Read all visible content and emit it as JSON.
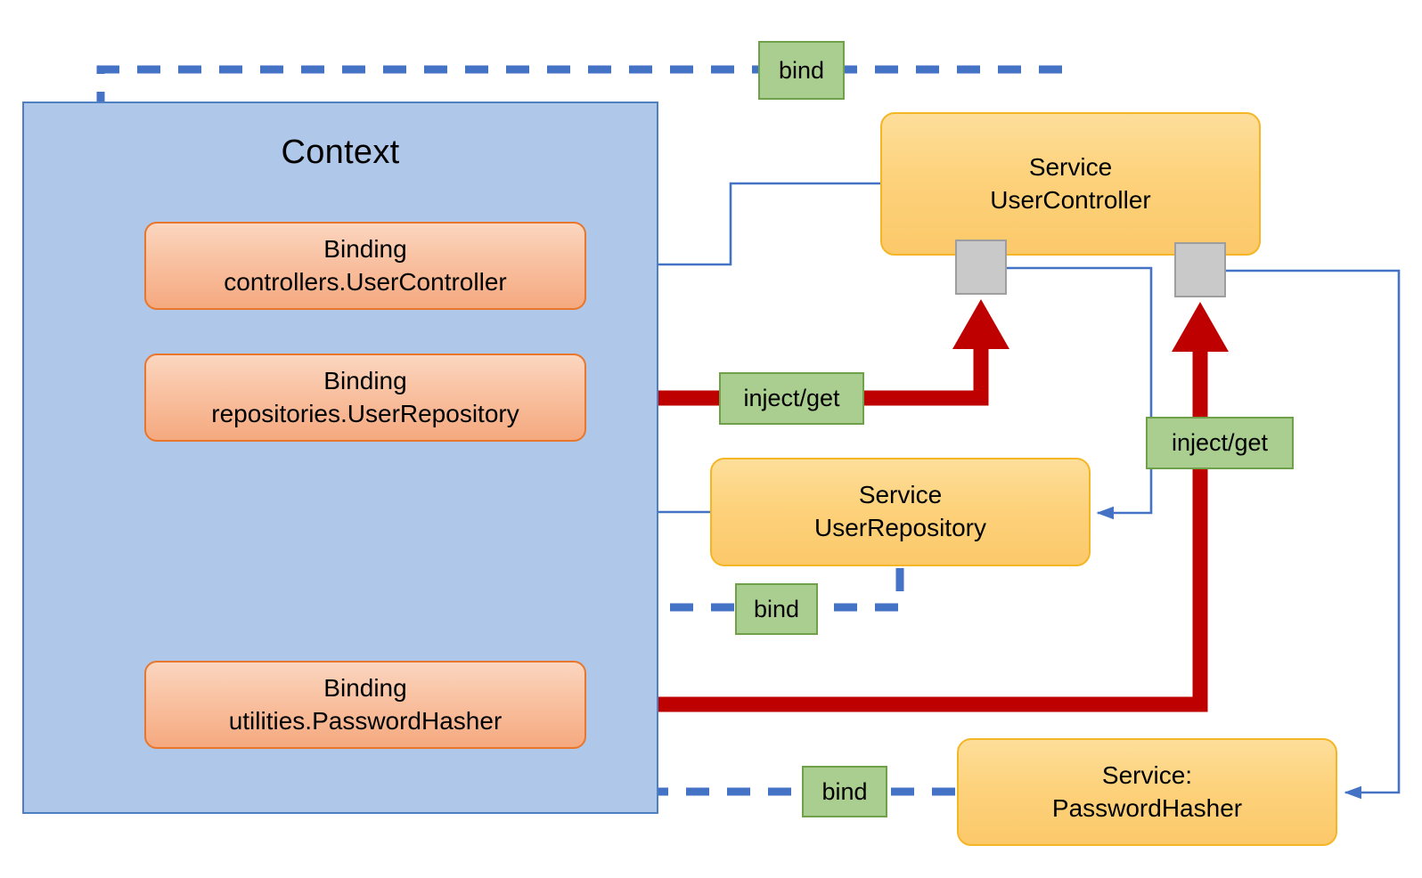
{
  "diagram": {
    "title": "Context",
    "context": {
      "label": "Context",
      "bindings": [
        {
          "kind": "Binding",
          "name": "controllers.UserController"
        },
        {
          "kind": "Binding",
          "name": "repositories.UserRepository"
        },
        {
          "kind": "Binding",
          "name": "utilities.PasswordHasher"
        }
      ]
    },
    "services": [
      {
        "kind": "Service",
        "name": "UserController"
      },
      {
        "kind": "Service",
        "name": "UserRepository"
      },
      {
        "kind": "Service:",
        "name": "PasswordHasher"
      }
    ],
    "edge_labels": {
      "bind_top": "bind",
      "bind_middle": "bind",
      "bind_bottom": "bind",
      "inject_left": "inject/get",
      "inject_right": "inject/get"
    },
    "colors": {
      "context_fill": "#AFC7E8",
      "context_stroke": "#4E7FC1",
      "binding_fill": "#F5A97F",
      "binding_stroke": "#E8762C",
      "service_fill": "#FCC96A",
      "service_stroke": "#F5B625",
      "tag_fill": "#A9CE90",
      "tag_stroke": "#6FA04A",
      "bind_arrow": "#4472C4",
      "inject_arrow": "#BE0000",
      "connector": "#4472C4",
      "port_fill": "#C9C9C9",
      "port_stroke": "#9E9E9E"
    }
  }
}
